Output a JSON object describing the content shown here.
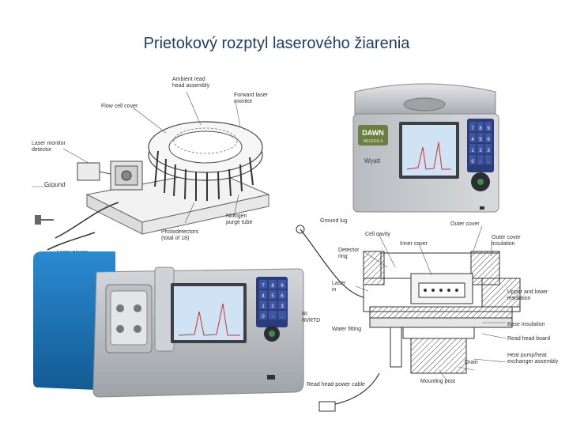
{
  "slide": {
    "title": "Prietokový rozptyl laserového žiarenia"
  },
  "diagram_left": {
    "labels": {
      "ambient_read": "Ambient read\nhead assembly",
      "forward_laser": "Forward laser\nmonitor",
      "flow_cell_cover": "Flow cell cover",
      "laser_monitor_detector": "Laser monitor\ndetector",
      "ground": "Ground",
      "nitrogen": "Nitrogen\npurge tube",
      "photodetectors": "Photodetectors\n(total of 18)",
      "laser_power": "Laser power"
    }
  },
  "diagram_right": {
    "labels": {
      "ground_lug": "Ground lug",
      "outer_cover": "Outer cover",
      "cell_cavity": "Cell cavity",
      "inner_cover": "Inner cover",
      "outer_cover_insulation": "Outer cover\ninsulation",
      "detector_ring": "Detector\nring",
      "laser_in": "Laser\nin",
      "upper_lower_insulation": "Upper and lower\ninsulation",
      "ri_rtd": "RI\nRI/RTD",
      "base_insulation": "Base insulation",
      "water_fitting": "Water fitting",
      "read_head_board": "Read head board",
      "drain": "Drain",
      "heat_pump": "Heat pump/heat\nexchanger assembly",
      "mounting_post": "Mounting post",
      "read_head_power": "Read head power cable"
    }
  },
  "instrument_top": {
    "brand_panel": "DAWN",
    "brand_sub": "HELEOS-II",
    "logo": "Wyatt",
    "keypad": [
      "7",
      "8",
      "9",
      "4",
      "5",
      "6",
      "1",
      "2",
      "3",
      "0",
      "-",
      "."
    ]
  },
  "colors": {
    "title": "#1f3d6b",
    "instrument_body": "#c9ccd0",
    "instrument_blue": "#1a7fc4",
    "screen": "#cfe3f4",
    "keypad": "#2a3d7a"
  }
}
